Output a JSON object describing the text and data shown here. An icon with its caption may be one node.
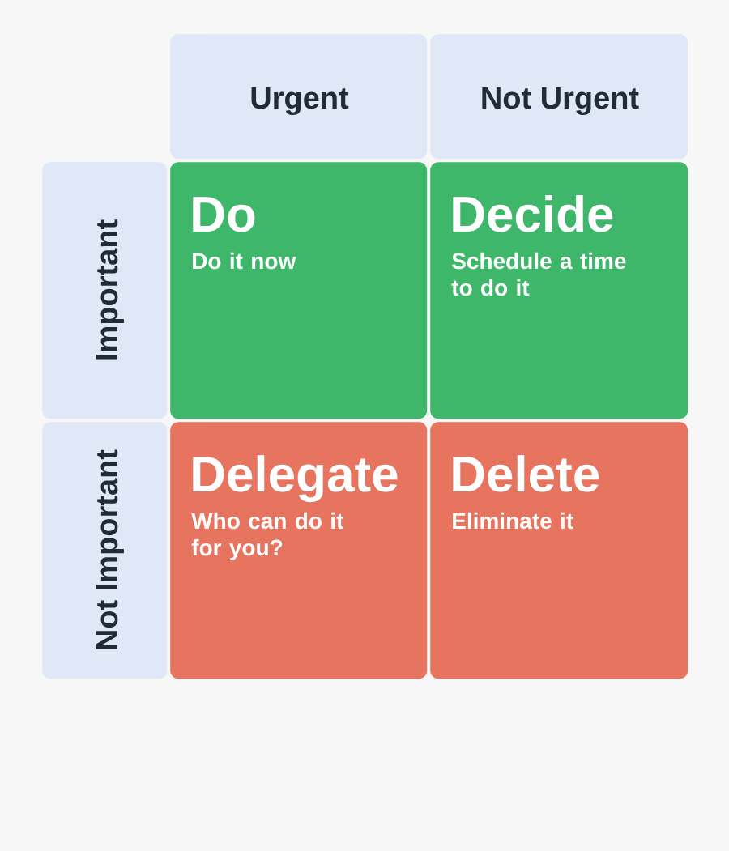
{
  "diagram": {
    "nodes": [
      {
        "text": [
          "Urgent"
        ]
      },
      {
        "text": [
          "Not Urgent"
        ]
      },
      {
        "text": [
          "Important"
        ]
      },
      {
        "text": [
          "Do",
          "Do it now"
        ]
      },
      {
        "text": [
          "Decide",
          "Schedule a time to do it"
        ]
      },
      {
        "text": [
          "Not Important"
        ]
      },
      {
        "text": [
          "Delegate",
          "Who can do it for you?"
        ]
      },
      {
        "text": [
          "Delete",
          "Eliminate it"
        ]
      }
    ]
  }
}
